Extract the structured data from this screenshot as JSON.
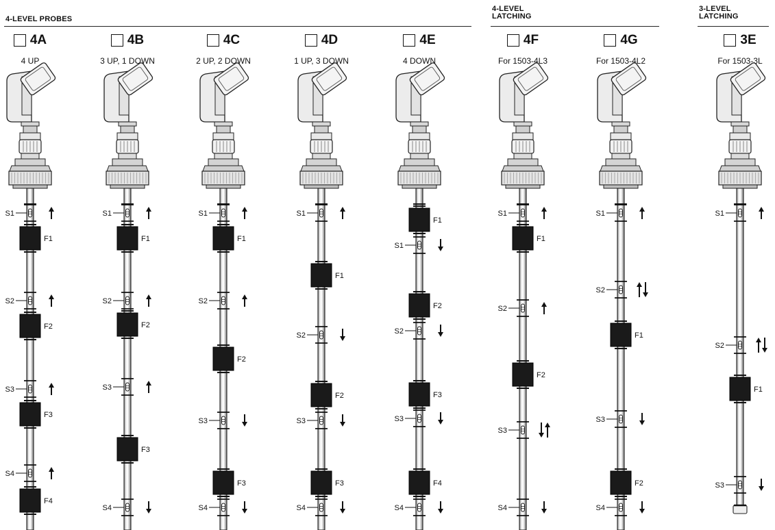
{
  "groups": [
    {
      "title": "4-LEVEL PROBES"
    },
    {
      "title": "4-LEVEL LATCHING"
    },
    {
      "title": "3-LEVEL LATCHING"
    }
  ],
  "probes": [
    {
      "code": "4A",
      "subtitle": "4 UP",
      "sensors": [
        {
          "label": "S1",
          "dir": "up"
        },
        {
          "label": "S2",
          "dir": "up"
        },
        {
          "label": "S3",
          "dir": "up"
        },
        {
          "label": "S4",
          "dir": "up"
        }
      ],
      "floats": [
        "F1",
        "F2",
        "F3",
        "F4"
      ]
    },
    {
      "code": "4B",
      "subtitle": "3 UP, 1 DOWN",
      "sensors": [
        {
          "label": "S1",
          "dir": "up"
        },
        {
          "label": "S2",
          "dir": "up"
        },
        {
          "label": "S3",
          "dir": "up"
        },
        {
          "label": "S4",
          "dir": "down"
        }
      ],
      "floats": [
        "F1",
        "F2",
        "F3"
      ]
    },
    {
      "code": "4C",
      "subtitle": "2 UP, 2 DOWN",
      "sensors": [
        {
          "label": "S1",
          "dir": "up"
        },
        {
          "label": "S2",
          "dir": "up"
        },
        {
          "label": "S3",
          "dir": "down"
        },
        {
          "label": "S4",
          "dir": "down"
        }
      ],
      "floats": [
        "F1",
        "F2",
        "F3"
      ]
    },
    {
      "code": "4D",
      "subtitle": "1 UP, 3 DOWN",
      "sensors": [
        {
          "label": "S1",
          "dir": "up"
        },
        {
          "label": "S2",
          "dir": "down"
        },
        {
          "label": "S3",
          "dir": "down"
        },
        {
          "label": "S4",
          "dir": "down"
        }
      ],
      "floats": [
        "F1",
        "F2",
        "F3"
      ]
    },
    {
      "code": "4E",
      "subtitle": "4 DOWN",
      "sensors": [
        {
          "label": "S1",
          "dir": "down"
        },
        {
          "label": "S2",
          "dir": "down"
        },
        {
          "label": "S3",
          "dir": "down"
        },
        {
          "label": "S4",
          "dir": "down"
        }
      ],
      "floats": [
        "F1",
        "F2",
        "F3",
        "F4"
      ]
    },
    {
      "code": "4F",
      "subtitle": "For 1503-4L3",
      "sensors": [
        {
          "label": "S1",
          "dir": "up"
        },
        {
          "label": "S2",
          "dir": "up"
        },
        {
          "label": "S3",
          "dir": "down-up"
        },
        {
          "label": "S4",
          "dir": "down"
        }
      ],
      "floats": [
        "F1",
        "F2"
      ]
    },
    {
      "code": "4G",
      "subtitle": "For 1503-4L2",
      "sensors": [
        {
          "label": "S1",
          "dir": "up"
        },
        {
          "label": "S2",
          "dir": "up-down"
        },
        {
          "label": "S3",
          "dir": "down"
        },
        {
          "label": "S4",
          "dir": "down"
        }
      ],
      "floats": [
        "F1",
        "F2"
      ]
    },
    {
      "code": "3E",
      "subtitle": "For 1503-3L",
      "sensors": [
        {
          "label": "S1",
          "dir": "up"
        },
        {
          "label": "S2",
          "dir": "up-down"
        },
        {
          "label": "S3",
          "dir": "down"
        }
      ],
      "floats": [
        "F1"
      ]
    }
  ]
}
